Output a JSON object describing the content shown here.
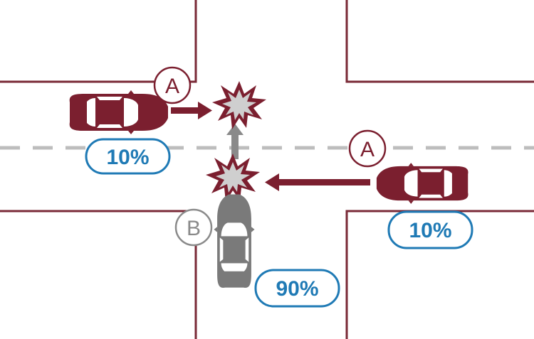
{
  "diagram": {
    "labels": {
      "party_a_top": "A",
      "party_a_right": "A",
      "party_b": "B"
    },
    "percentages": {
      "a_left_car": "10%",
      "a_right_car": "10%",
      "b_car": "90%"
    },
    "colors": {
      "road_line": "#7a2a37",
      "car_a": "#7b1f2f",
      "car_b": "#7a7a7a",
      "arrow_a": "#7b1f2f",
      "arrow_b": "#8a8a8a",
      "badge": "#1f7ab5",
      "circle_a": "#7b1f2f",
      "circle_b": "#8a8a8a",
      "center_dash": "#bdbdbd"
    },
    "icons": [
      "collision-icon",
      "car-icon",
      "arrow-icon"
    ]
  }
}
